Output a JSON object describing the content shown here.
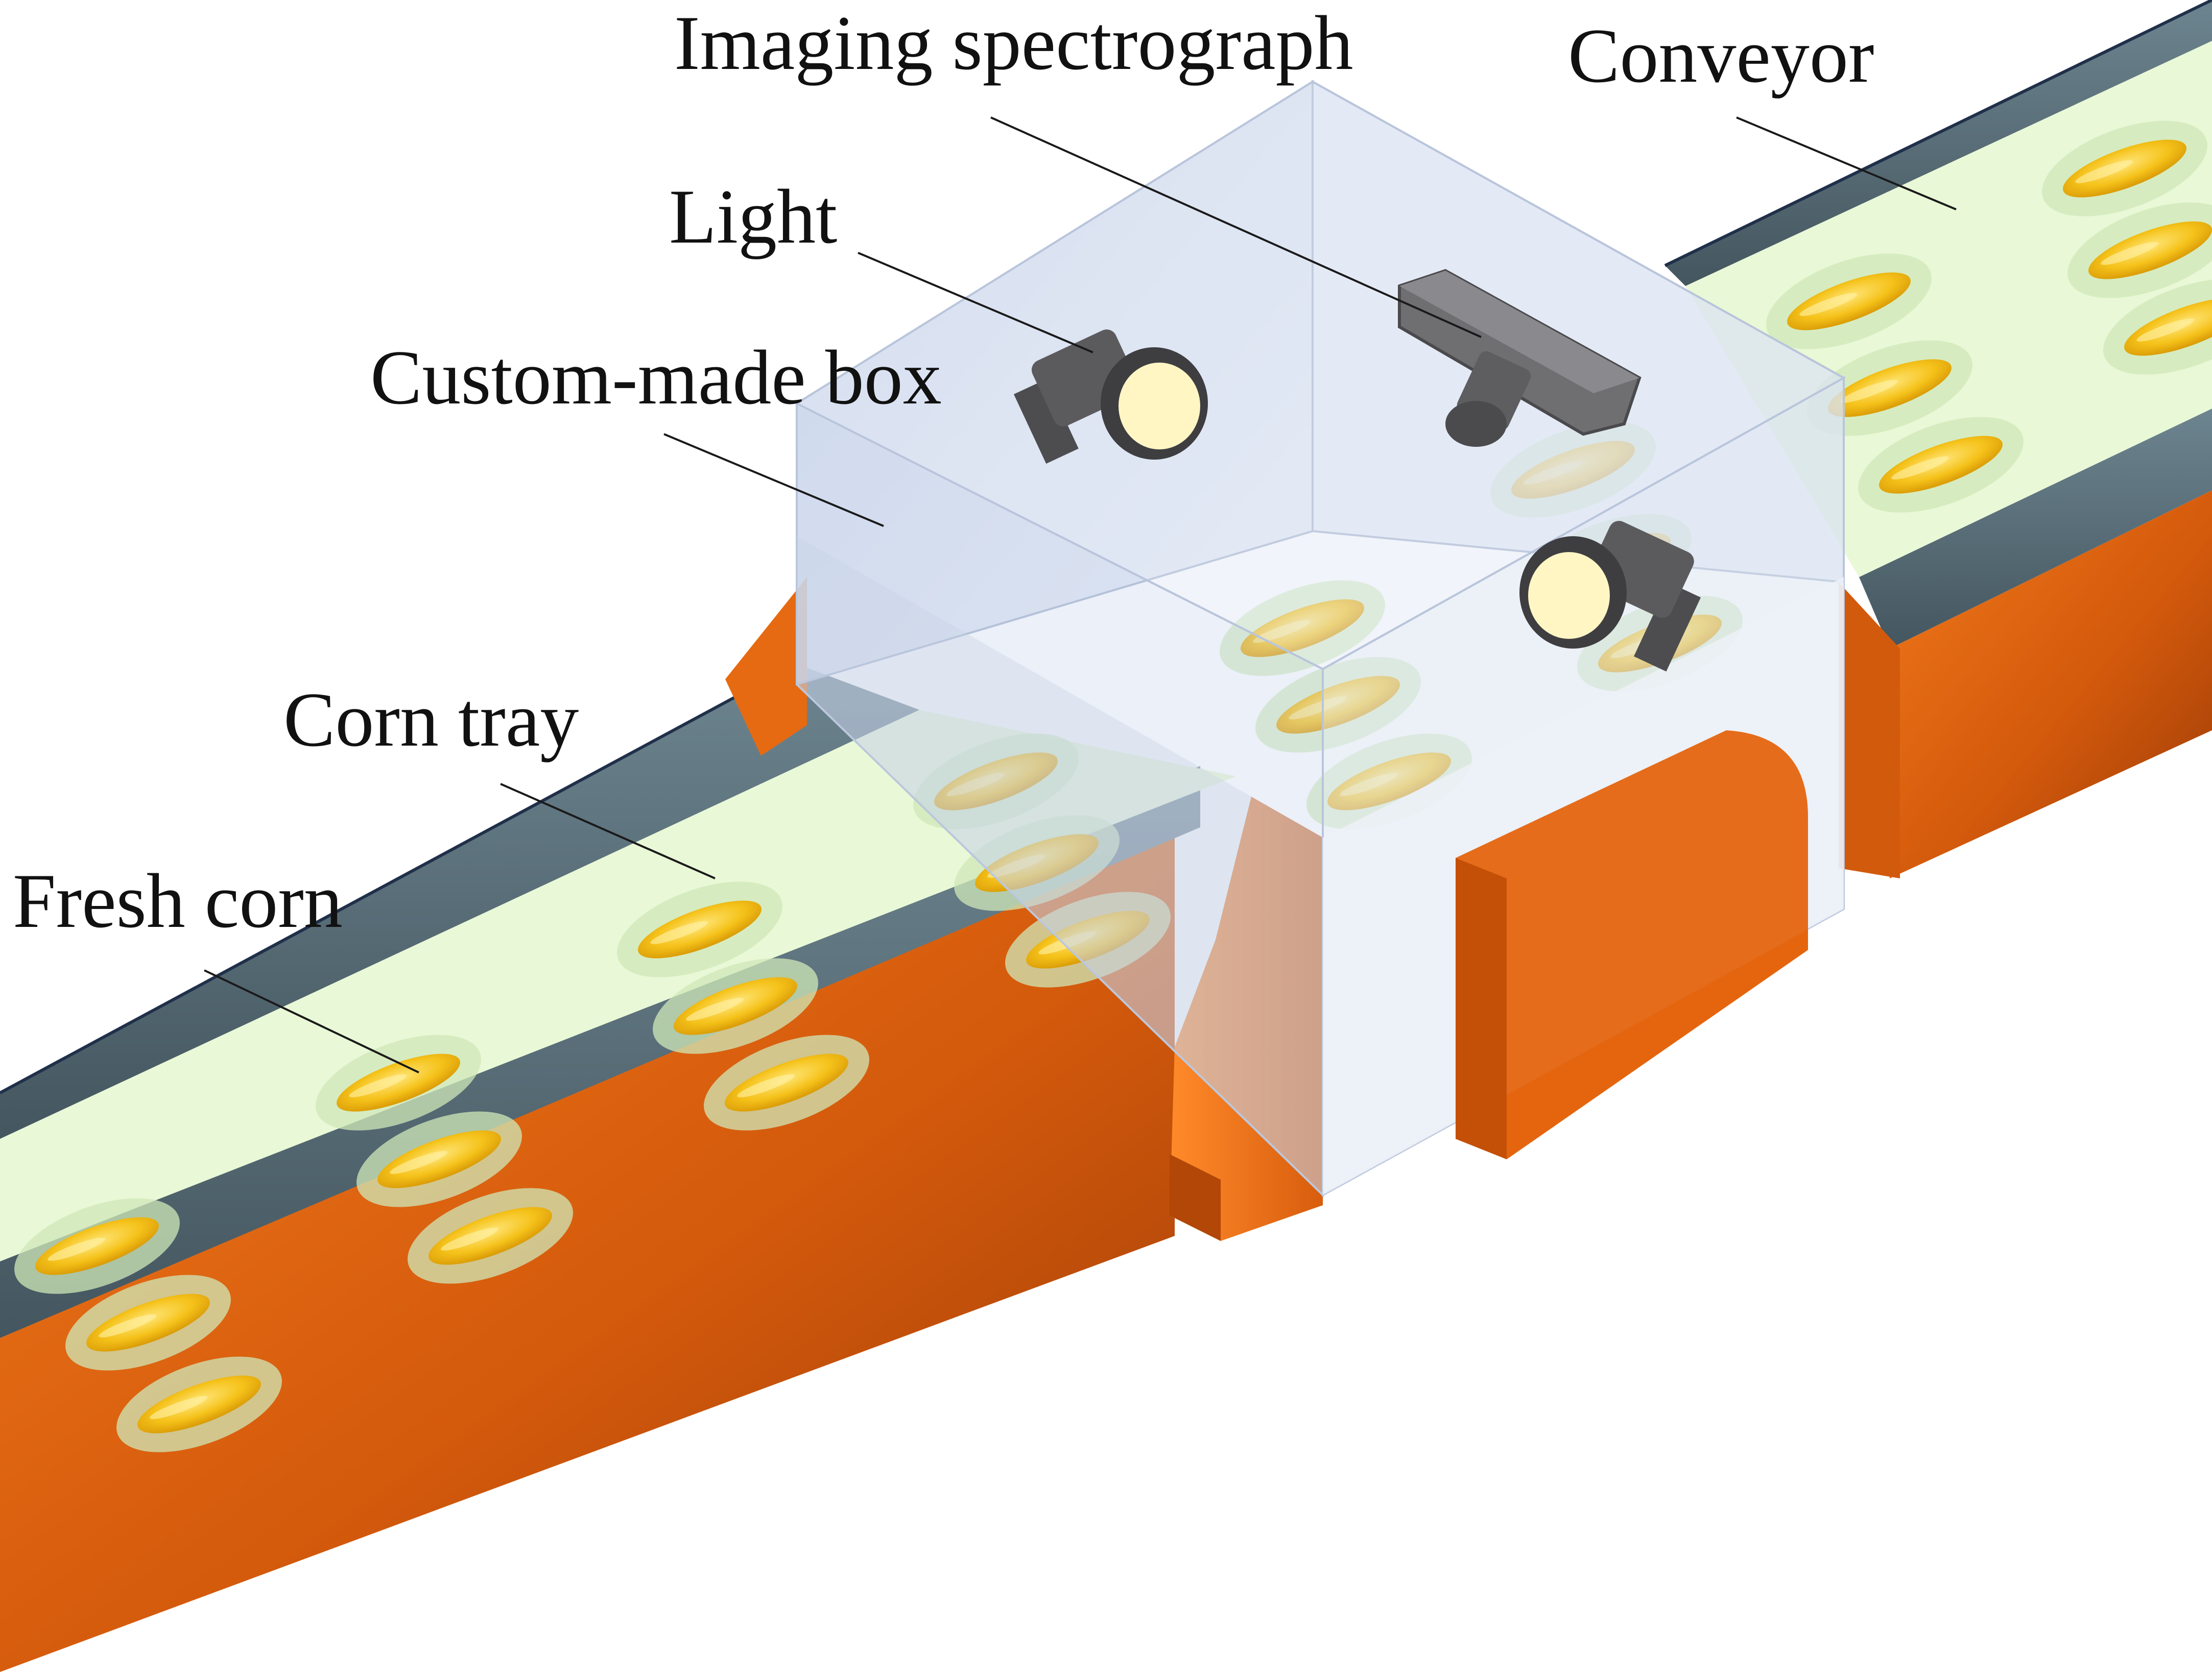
{
  "labels": {
    "imaging_spectrograph": "Imaging spectrograph",
    "conveyor": "Conveyor",
    "light": "Light",
    "custom_made_box": "Custom-made box",
    "corn_tray": "Corn tray",
    "fresh_corn": "Fresh corn"
  },
  "icons": {
    "light": "spotlight-icon",
    "camera": "hyperspectral-camera-icon",
    "corn": "corn-cob-icon"
  },
  "colors": {
    "conveyor_orange": "#e8650f",
    "conveyor_orange_dark": "#a8400a",
    "belt_gray": "#5e737d",
    "belt_gray_dark": "#3d4e57",
    "tray_green": "#e9f8d6",
    "corn_yellow": "#f4c21a",
    "box_glass": "#c8d6ec",
    "device_gray": "#6f6f72"
  },
  "corn_rows": {
    "left_segment_rows": 4,
    "right_segment_rows": 3,
    "cobs_per_row": 3
  }
}
